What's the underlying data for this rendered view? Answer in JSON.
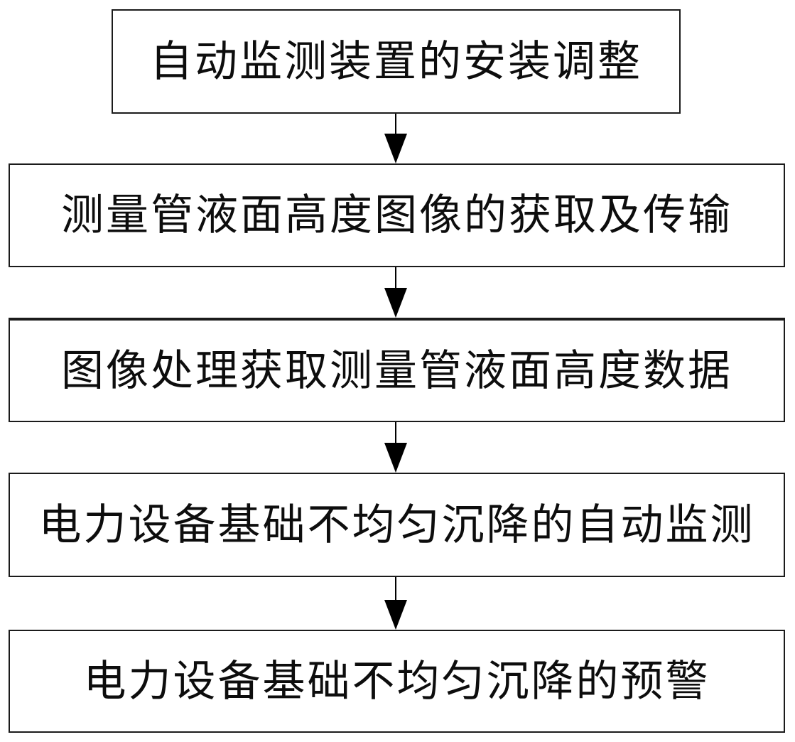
{
  "flowchart": {
    "type": "flowchart",
    "direction": "top-down",
    "steps": [
      {
        "label": "自动监测装置的安装调整"
      },
      {
        "label": "测量管液面高度图像的获取及传输"
      },
      {
        "label": "图像处理获取测量管液面高度数据"
      },
      {
        "label": "电力设备基础不均匀沉降的自动监测"
      },
      {
        "label": "电力设备基础不均匀沉降的预警"
      }
    ],
    "connectors": [
      {
        "from": 1,
        "to": 2,
        "style": "solid-down-arrow"
      },
      {
        "from": 2,
        "to": 3,
        "style": "solid-down-arrow"
      },
      {
        "from": 3,
        "to": 4,
        "style": "solid-down-arrow"
      },
      {
        "from": 4,
        "to": 5,
        "style": "solid-down-arrow"
      }
    ],
    "colors": {
      "background": "#ffffff",
      "box_border": "#1b1b1b",
      "text": "#0d0d0d",
      "arrow": "#000000"
    }
  }
}
